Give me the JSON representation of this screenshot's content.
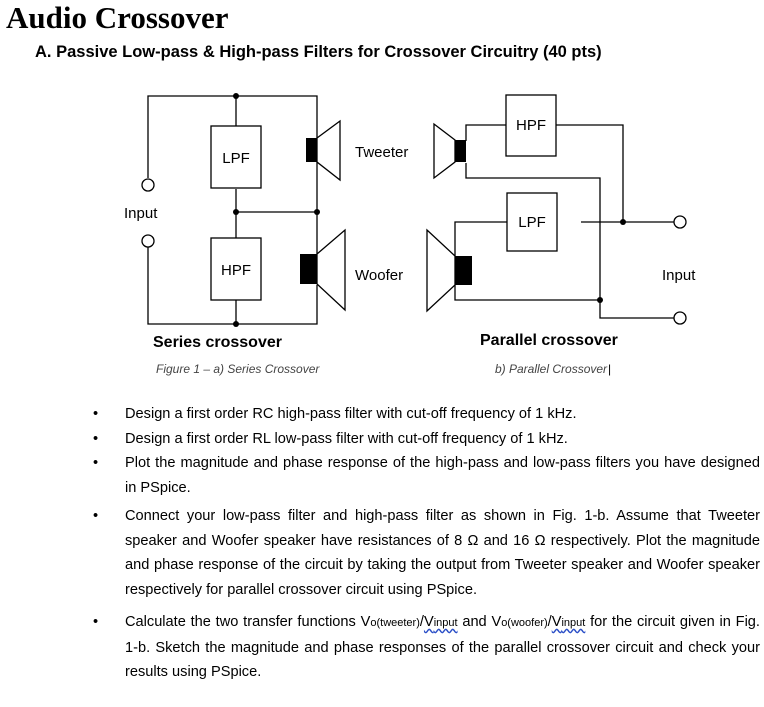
{
  "title": "Audio Crossover",
  "heading": "A. Passive Low-pass & High-pass Filters for Crossover Circuitry (40 pts)",
  "figure": {
    "series": {
      "lpf_label": "LPF",
      "hpf_label": "HPF",
      "input_label": "Input",
      "tweeter_label": "Tweeter",
      "woofer_label": "Woofer",
      "title": "Series crossover"
    },
    "parallel": {
      "hpf_label": "HPF",
      "lpf_label": "LPF",
      "input_label": "Input",
      "title": "Parallel crossover"
    },
    "caption_a": "Figure 1 – a) Series Crossover",
    "caption_b": "b) Parallel Crossover"
  },
  "bullets": [
    "Design a first order RC high-pass filter with cut-off frequency of 1 kHz.",
    "Design a first order RL low-pass filter with cut-off frequency of 1 kHz.",
    "Plot the magnitude and phase response of the high-pass and low-pass filters you have designed in PSpice.",
    "Connect your low-pass filter and high-pass filter as shown in Fig. 1-b. Assume that Tweeter speaker and Woofer speaker have resistances of 8 Ω and 16 Ω respectively. Plot the magnitude and phase response of the circuit by taking the output from Tweeter speaker and Woofer speaker respectively for parallel crossover circuit using PSpice."
  ],
  "bullet5": {
    "p1": "Calculate the two transfer functions V",
    "sub1": "o(tweeter)",
    "p2": "/",
    "v1": "V",
    "v1sub": "input",
    "p3": " and V",
    "sub2": "o(woofer)",
    "p4": "/",
    "v2": "V",
    "v2sub": "input",
    "p5": " for the circuit given in Fig. 1-b. Sketch the magnitude and phase responses of the parallel crossover circuit and check your results using PSpice."
  },
  "bullet_symbol": "•"
}
